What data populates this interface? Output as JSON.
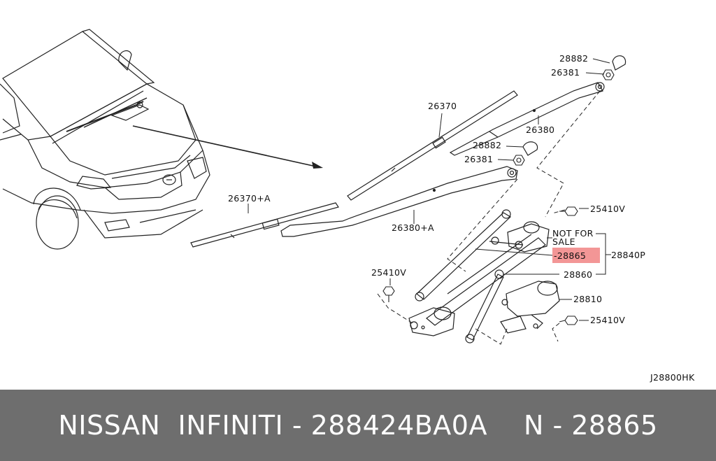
{
  "diagram_code": "J28800HK",
  "highlight_color": "#f28b8b",
  "footer": {
    "background": "#6e6e6e",
    "part_line": "NISSAN  INFINITI - 288424BA0A",
    "ref_line": "N - 28865"
  },
  "labels": {
    "p26370": "26370",
    "p26370a": "26370+A",
    "p26380": "26380",
    "p26380a": "26380+A",
    "p28882_top": "28882",
    "p26381_top": "26381",
    "p28882_mid": "28882",
    "p26381_mid": "26381",
    "p25410_right_top": "25410V",
    "p25410_left": "25410V",
    "p25410_right_bottom": "25410V",
    "not_for_1": "NOT FOR",
    "not_for_2": "SALE",
    "p28865": "28865",
    "p28840p": "28840P",
    "p28860": "28860",
    "p28810": "28810"
  }
}
